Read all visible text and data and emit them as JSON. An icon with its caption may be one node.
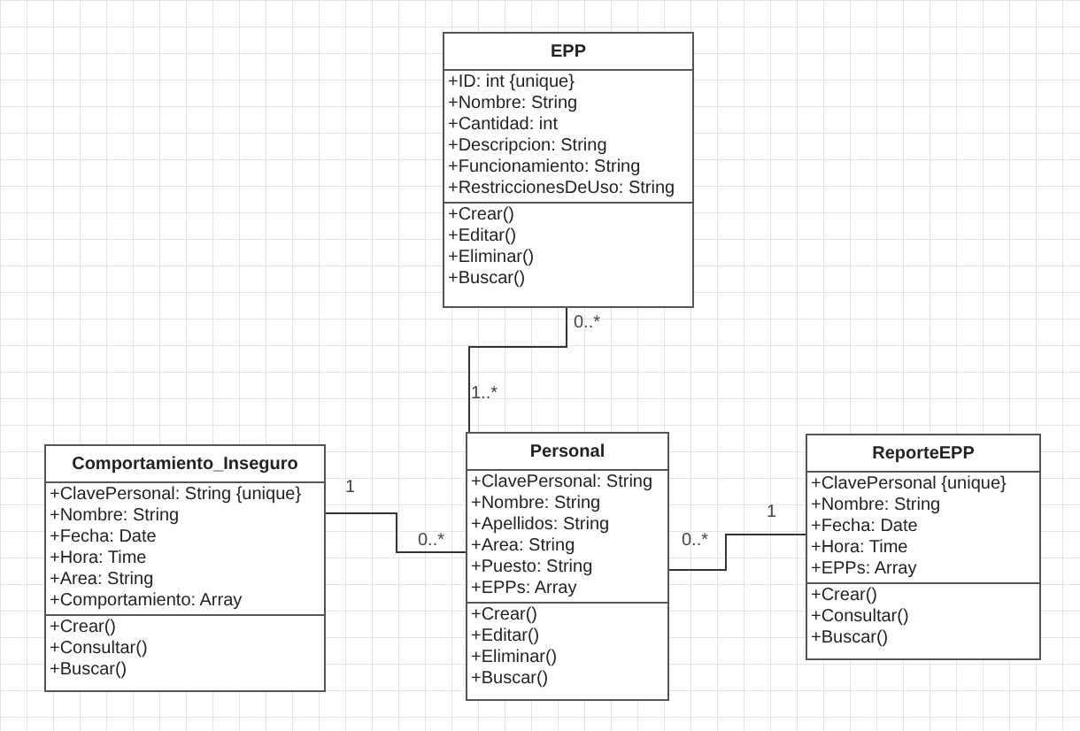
{
  "diagram": {
    "nodes": [
      {
        "text": [
          "EPP"
        ]
      },
      {
        "text": [
          "+ID: int {unique}",
          "+Nombre: String",
          "+Cantidad: int",
          "+Descripcion: String",
          "+Funcionamiento: String",
          "+RestriccionesDeUso: String"
        ],
        "in": 0
      },
      {
        "text": [
          "+Crear()",
          "+Editar()",
          "+Eliminar()",
          "+Buscar()"
        ],
        "in": 0
      },
      {
        "text": [
          "Comportamiento_Inseguro"
        ]
      },
      {
        "text": [
          "+ClavePersonal: String {unique}",
          "+Nombre: String",
          "+Fecha: Date",
          "+Hora: Time",
          "+Area: String",
          "+Comportamiento: Array"
        ],
        "in": 3
      },
      {
        "text": [
          "+Crear()",
          "+Consultar()",
          "+Buscar()"
        ],
        "in": 3
      },
      {
        "text": [
          "Personal"
        ]
      },
      {
        "text": [
          "+ClavePersonal: String",
          "+Nombre: String",
          "+Apellidos: String",
          "+Area: String",
          "+Puesto: String",
          "+EPPs: Array"
        ],
        "in": 6
      },
      {
        "text": [
          "+Crear()",
          "+Editar()",
          "+Eliminar()",
          "+Buscar()"
        ],
        "in": 6
      },
      {
        "text": [
          "ReporteEPP"
        ]
      },
      {
        "text": [
          "+ClavePersonal {unique}",
          "+Nombre: String",
          "+Fecha: Date",
          "+Hora: Time",
          "+EPPs: Array"
        ],
        "in": 9
      },
      {
        "text": [
          "+Crear()",
          "+Consultar()",
          "+Buscar()"
        ],
        "in": 9
      }
    ],
    "edges": [
      {
        "from": 0,
        "to": 6,
        "arrow": "none"
      },
      {
        "from": 3,
        "to": 6,
        "arrow": "none"
      },
      {
        "from": 6,
        "to": 9,
        "arrow": "none"
      }
    ],
    "labels": [
      "0..*",
      "1..*",
      "1",
      "1",
      "0..*",
      "0..*"
    ]
  }
}
